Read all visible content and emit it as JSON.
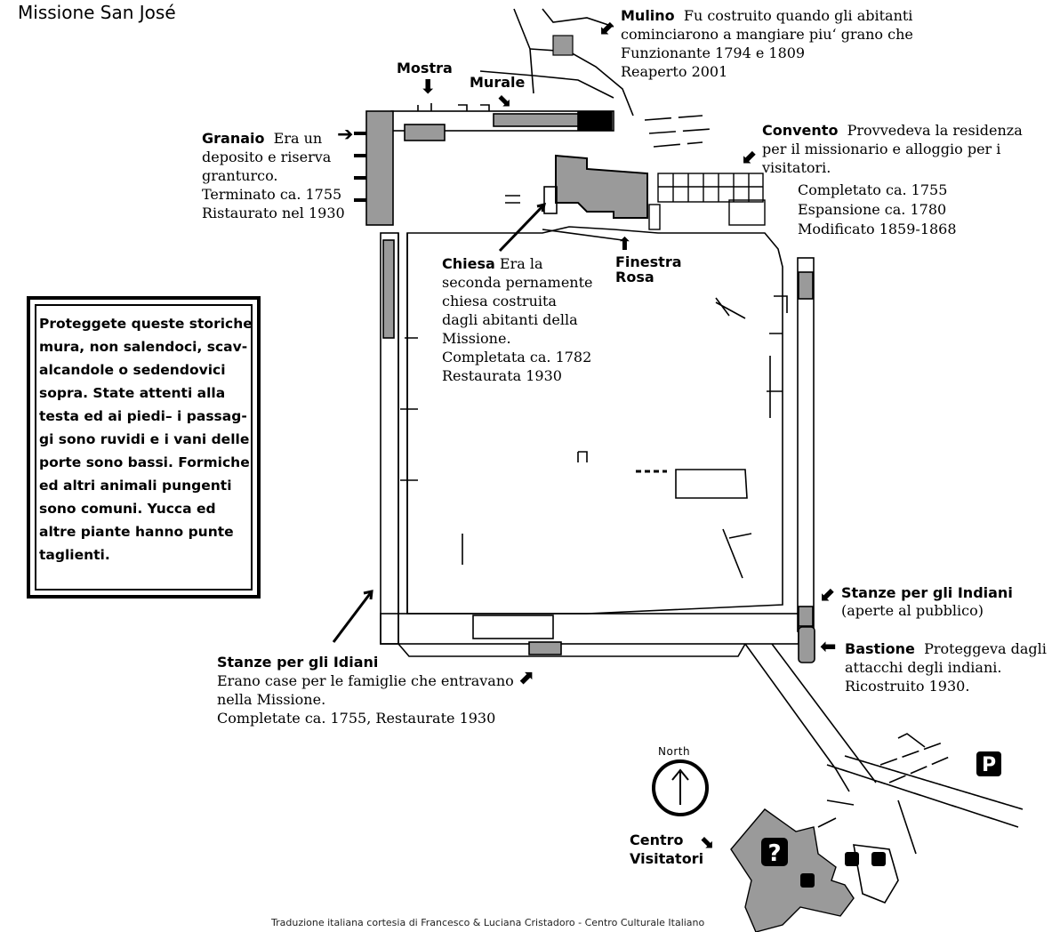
{
  "title": "Missione San José",
  "labels": {
    "mulino": {
      "name": "Mulino",
      "text": [
        "Fu costruito quando gli abitanti",
        "cominciarono a mangiare piu‘ grano che",
        "Funzionante 1794 e 1809",
        "Reaperto 2001"
      ]
    },
    "mostra": {
      "name": "Mostra"
    },
    "murale": {
      "name": "Murale"
    },
    "granaio": {
      "name": "Granaio",
      "text": [
        "Era un",
        "deposito e riserva",
        "granturco.",
        "Terminato ca. 1755",
        "Ristaurato nel 1930"
      ]
    },
    "convento": {
      "name": "Convento",
      "text": [
        "Provvedeva la residenza",
        "per il missionario e alloggio per i",
        "visitatori.",
        "Completato ca. 1755",
        "Espansione ca. 1780",
        "Modificato 1859-1868"
      ]
    },
    "chiesa": {
      "name": "Chiesa",
      "text": [
        "Era la",
        "seconda pernamente",
        "chiesa costruita",
        "dagli abitanti della",
        "Missione.",
        "Completata ca. 1782",
        "Restaurata 1930"
      ]
    },
    "finestra": {
      "line1": "Finestra",
      "line2": "Rosa"
    },
    "stanze_est": {
      "name": "Stanze per gli Indiani",
      "text": "(aperte al pubblico)"
    },
    "bastione": {
      "name": "Bastione",
      "text": [
        "Proteggeva dagli",
        "attacchi degli indiani.",
        "Ricostruito 1930."
      ]
    },
    "stanze_ovest": {
      "name": "Stanze per gli Idiani",
      "text": [
        "Erano case per le famiglie che entravano",
        "nella Missione.",
        "Completate ca. 1755, Restaurate 1930"
      ]
    },
    "centro": {
      "line1": "Centro",
      "line2": "Visitatori"
    },
    "north": "North",
    "parking": "P",
    "info": "?"
  },
  "warning": "Proteggete queste storiche mura, non salendoci, scav-alcandole o sedendovici sopra. State attenti alla testa ed ai piedi– i passag-gi sono ruvidi e i vani delle porte sono bassi. Formiche ed altri animali pungenti sono comuni. Yucca ed altre piante hanno punte taglienti.",
  "credit": "Traduzione italiana cortesia di Francesco & Luciana Cristadoro - Centro Culturale Italiano",
  "colors": {
    "building_fill": "#9a9a9a",
    "outline": "#000000",
    "background": "#ffffff"
  }
}
